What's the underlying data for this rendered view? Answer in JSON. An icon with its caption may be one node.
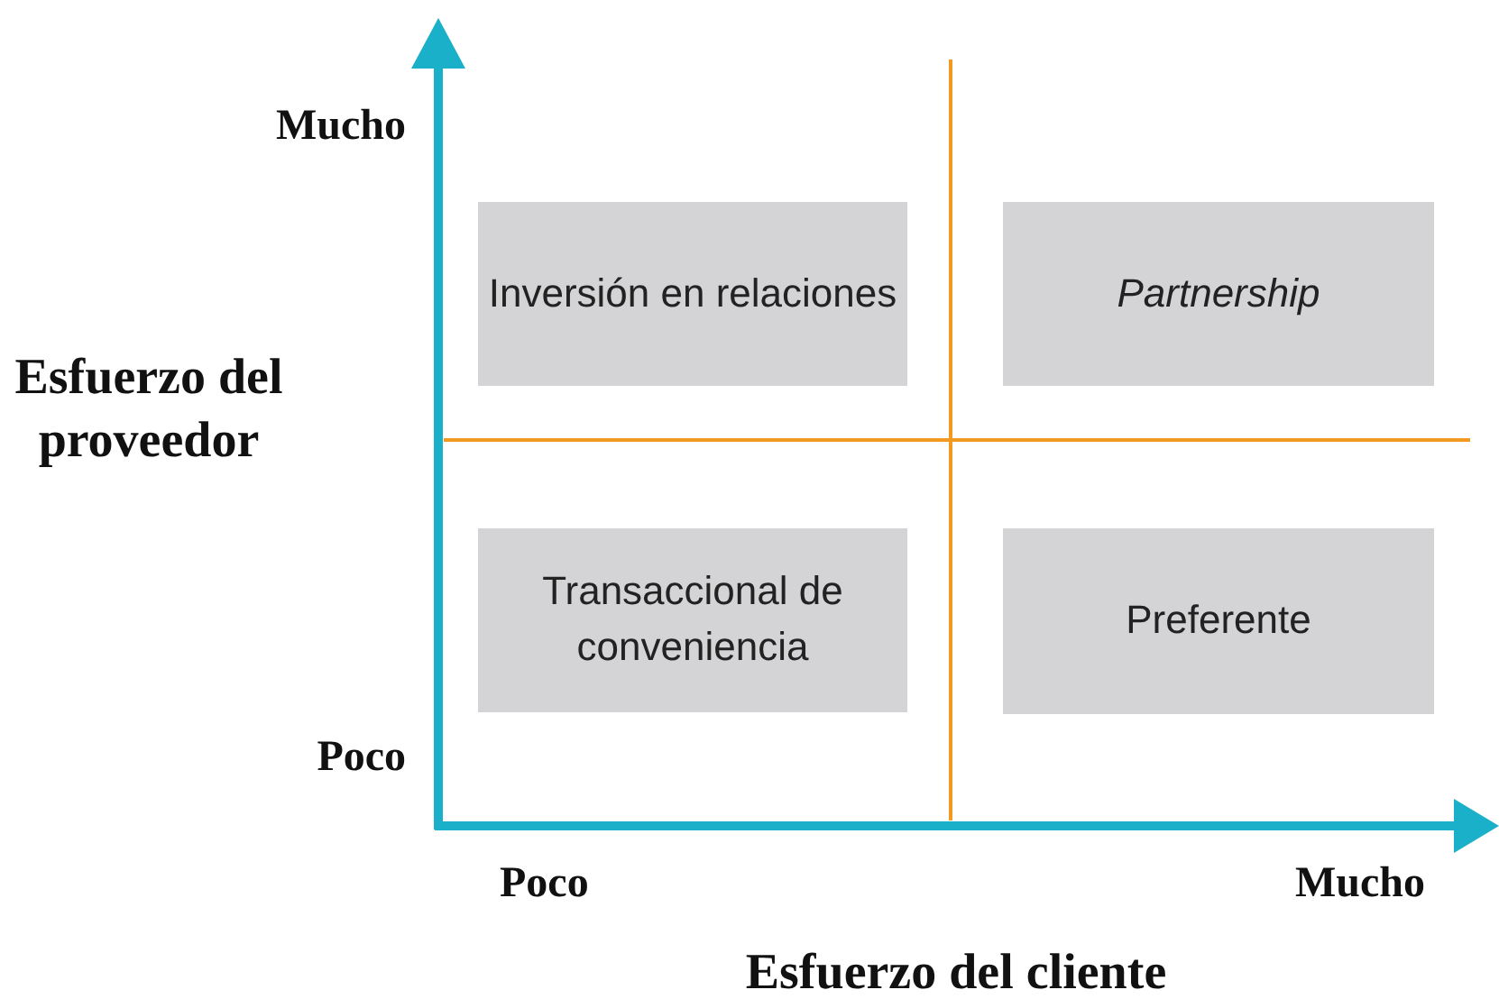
{
  "diagram": {
    "nodes": [
      {
        "text": [
          "Inversión en relaciones"
        ]
      },
      {
        "text": [
          "Partnership"
        ]
      },
      {
        "text": [
          "Transaccional de conveniencia"
        ]
      },
      {
        "text": [
          "Preferente"
        ]
      }
    ],
    "labels": [
      "Mucho",
      "Esfuerzo del proveedor",
      "Poco",
      "Poco",
      "Mucho",
      "Esfuerzo del cliente"
    ]
  }
}
